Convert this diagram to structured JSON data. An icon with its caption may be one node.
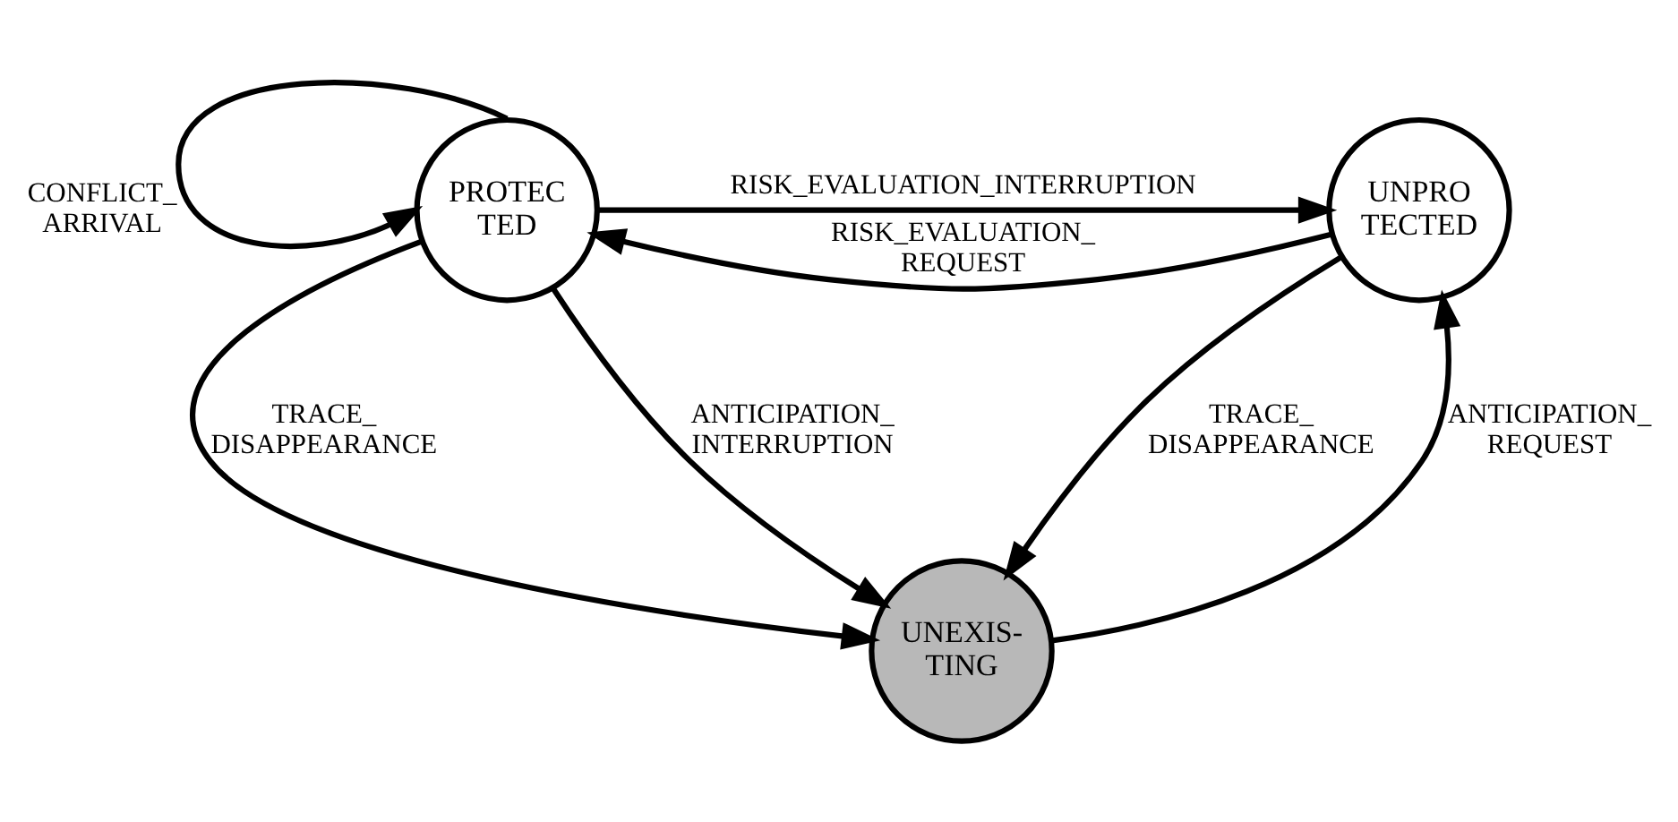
{
  "diagram": {
    "nodes": [
      {
        "text": [
          "PROTEC TED"
        ]
      },
      {
        "text": [
          "UNPRO TECTED"
        ]
      },
      {
        "text": [
          "UNEXIS- TING"
        ]
      }
    ],
    "edges": [
      {
        "from": 0,
        "to": 0,
        "arrow": "to",
        "label": "CONFLICT_ ARRIVAL"
      },
      {
        "from": 1,
        "to": 0,
        "arrow": "to",
        "label": "RISK_EVALUATION_ REQUEST"
      },
      {
        "from": 0,
        "to": 1,
        "arrow": "to",
        "label": "RISK_EVALUATION_INTERRUPTION"
      },
      {
        "from": 0,
        "to": 2,
        "arrow": "to",
        "label": "TRACE_ DISAPPEARANCE"
      },
      {
        "from": 0,
        "to": 2,
        "arrow": "to",
        "label": "ANTICIPATION_ INTERRUPTION"
      },
      {
        "from": 1,
        "to": 2,
        "arrow": "to",
        "label": "TRACE_ DISAPPEARANCE"
      },
      {
        "from": 2,
        "to": 1,
        "arrow": "to",
        "label": "ANTICIPATION_ REQUEST"
      }
    ]
  }
}
